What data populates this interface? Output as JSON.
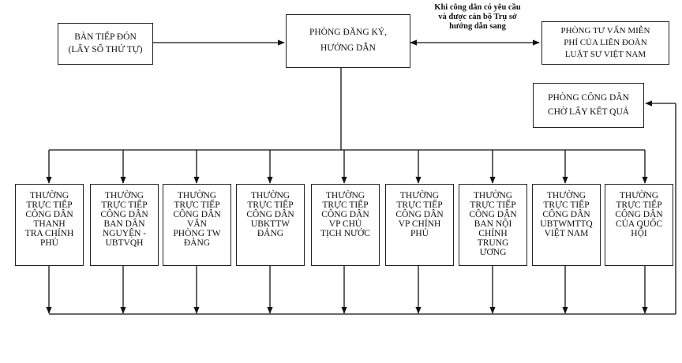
{
  "nodes": {
    "reception": "BÀN TIẾP ĐÓN\n(LẤY SỐ THỨ TỰ)",
    "registration": "PHÒNG ĐĂNG KÝ,\nHƯỚNG DẪN",
    "legal_aid": "PHÒNG TƯ VẤN MIỄN\nPHÍ CỦA LIÊN ĐOÀN\nLUẬT SƯ VIỆT NAM",
    "results_waiting": "PHÒNG CÔNG DÂN\nCHỜ LẤY KẾT QUẢ"
  },
  "edge_note": "Khi công dân có yêu cầu\nvà được cán bộ Trụ sở\nhướng dẫn sang",
  "offices": [
    "THƯỜNG\nTRỰC TIẾP\nCÔNG DÂN\nTHANH\nTRA CHÍNH\nPHỦ",
    "THƯỜNG\nTRỰC TIẾP\nCÔNG DÂN\nBAN DÂN\nNGUYỆN -\nUBTVQH",
    "THƯỜNG\nTRỰC TIẾP\nCÔNG DÂN\nVĂN\nPHÒNG TW\nĐẢNG",
    "THƯỜNG\nTRỰC TIẾP\nCÔNG DÂN\nUBKTTW\nĐẢNG",
    "THƯỜNG\nTRỰC TIẾP\nCÔNG DÂN\nVP CHỦ\nTỊCH NƯỚC",
    "THƯỜNG\nTRỰC TIẾP\nCÔNG DÂN\nVP CHÍNH\nPHỦ",
    "THƯỜNG\nTRỰC TIẾP\nCÔNG DÂN\nBAN NỘI\nCHÍNH\nTRUNG\nƯƠNG",
    "THƯỜNG\nTRỰC TIẾP\nCÔNG DÂN\nUBTWMTTQ\nVIỆT NAM",
    "THƯỜNG\nTRỰC TIẾP\nCÔNG DÂN\nCỦA QUỐC\nHỘI"
  ]
}
